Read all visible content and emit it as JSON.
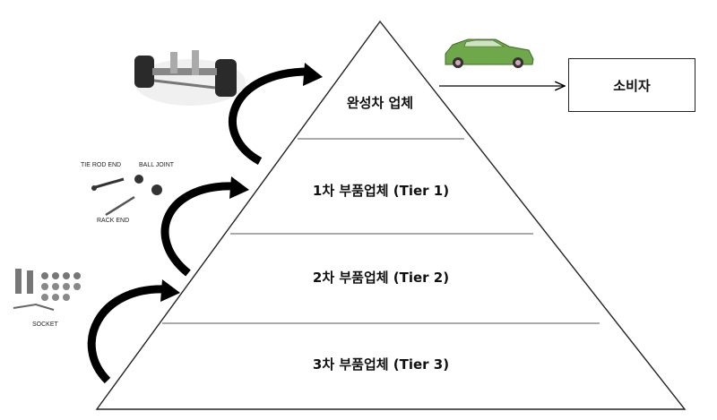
{
  "pyramid": {
    "tiers": [
      {
        "label": "완성차 업체"
      },
      {
        "label": "1차 부품업체 (Tier 1)"
      },
      {
        "label": "2차 부품업체 (Tier 2)"
      },
      {
        "label": "3차 부품업체 (Tier 3)"
      }
    ]
  },
  "consumer": {
    "label": "소비자"
  },
  "parts": {
    "tie_rod_end": "TIE ROD END",
    "ball_joint": "BALL JOINT",
    "rack_end": "RACK END",
    "socket": "SOCKET"
  },
  "icons": {
    "car": "green-car-icon",
    "suspension": "suspension-assembly-icon",
    "tier1_parts": "steering-parts-icon",
    "tier3_parts": "socket-parts-icon"
  },
  "colors": {
    "car_body": "#6fa84a",
    "arrow": "#000000"
  }
}
